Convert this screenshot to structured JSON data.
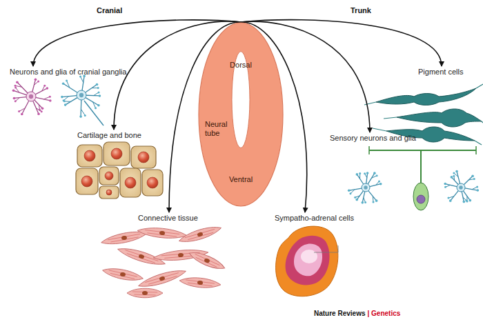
{
  "diagram": {
    "nodes": [
      {
        "text": [
          "Dorsal",
          "Neural tube",
          "Ventral"
        ]
      },
      {
        "text": [
          "Neurons and glia of cranial ganglia"
        ]
      },
      {
        "text": [
          "Cartilage and bone"
        ]
      },
      {
        "text": [
          "Connective tissue"
        ]
      },
      {
        "text": [
          "Sympatho-adrenal cells"
        ]
      },
      {
        "text": [
          "Sensory neurons and glia"
        ]
      },
      {
        "text": [
          "Pigment cells"
        ]
      }
    ],
    "edges": [
      {
        "from": 0,
        "to": 1,
        "arrow": "to"
      },
      {
        "from": 0,
        "to": 2,
        "arrow": "to"
      },
      {
        "from": 0,
        "to": 3,
        "arrow": "to"
      },
      {
        "from": 0,
        "to": 4,
        "arrow": "to"
      },
      {
        "from": 0,
        "to": 5,
        "arrow": "to"
      },
      {
        "from": 0,
        "to": 6,
        "arrow": "to"
      }
    ],
    "labels": [
      "Cranial",
      "Trunk",
      "Nature Reviews",
      "| Genetics"
    ]
  }
}
